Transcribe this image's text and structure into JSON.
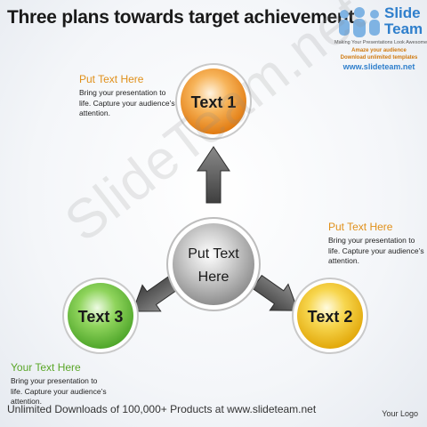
{
  "slide": {
    "title": "Three plans towards target achievement"
  },
  "logo": {
    "word1": "Slide",
    "word2": "Team",
    "tagline": "Making Your Presentations Look Awesome",
    "promo1": "Amaze your audience",
    "promo2": "Download unlimited templates",
    "url": "www.slideteam.net"
  },
  "diagram": {
    "center": {
      "line1": "Put Text",
      "line2": "Here"
    },
    "nodes": [
      {
        "label": "Text 1",
        "color": "#f39a2a"
      },
      {
        "label": "Text 2",
        "color": "#f2c21e"
      },
      {
        "label": "Text 3",
        "color": "#6cc23a"
      }
    ],
    "center_color": "#b8b8b8",
    "arrow_color": "#5a5a5a"
  },
  "callouts": [
    {
      "heading": "Put Text Here",
      "body": "Bring your presentation to life. Capture your audience’s attention."
    },
    {
      "heading": "Put Text Here",
      "body": "Bring your presentation to life. Capture your audience’s attention."
    },
    {
      "heading": "Your Text Here",
      "body": "Bring your presentation to life. Capture your audience’s attention."
    }
  ],
  "footer": {
    "downloads": "Unlimited Downloads of 100,000+ Products at www.slideteam.net",
    "your_logo": "Your Logo"
  },
  "watermark": "SlideTeam.net"
}
